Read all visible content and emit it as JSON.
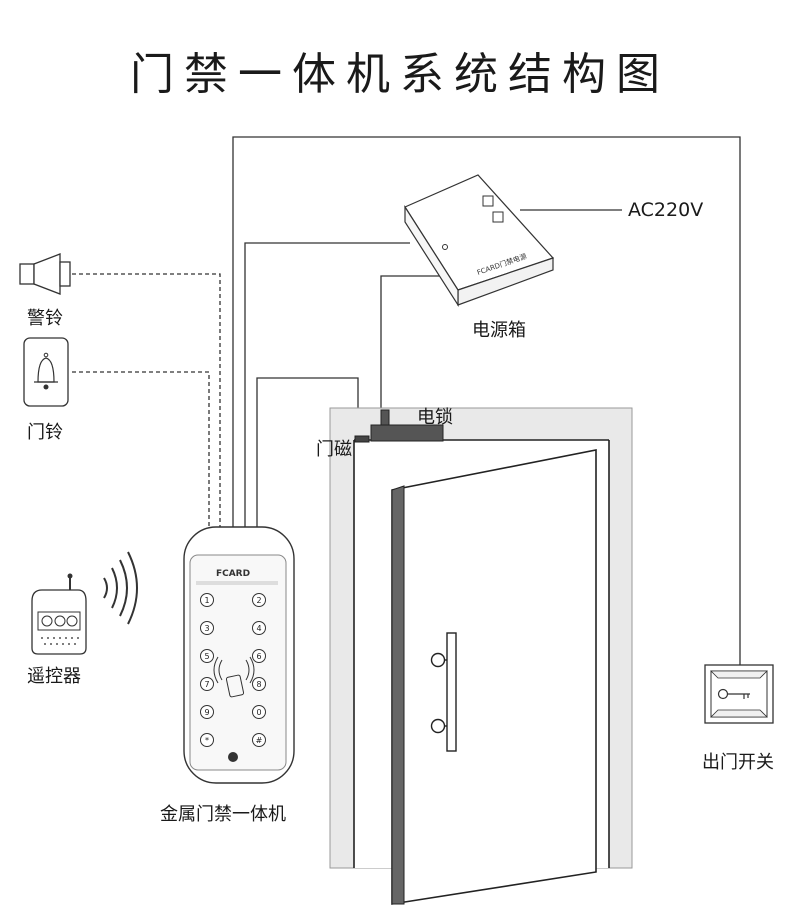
{
  "title": "门禁一体机系统结构图",
  "labels": {
    "power_supply": "电源箱",
    "ac_input": "AC220V",
    "power_box_text": "FCARD门禁电源",
    "electric_lock": "电锁",
    "door_sensor": "门磁",
    "alarm_bell": "警铃",
    "door_bell": "门铃",
    "remote_control": "遥控器",
    "access_controller": "金属门禁一体机",
    "exit_switch": "出门开关",
    "keypad_brand": "FCARD"
  },
  "keypad_keys": [
    "1",
    "2",
    "3",
    "4",
    "5",
    "6",
    "7",
    "8",
    "9",
    "0",
    "*",
    "#"
  ]
}
